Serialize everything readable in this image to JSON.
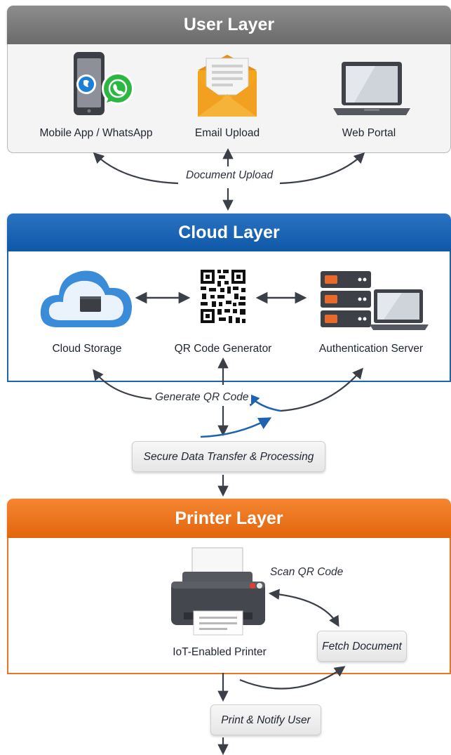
{
  "user_layer": {
    "title": "User Layer",
    "items": [
      "Mobile App / WhatsApp",
      "Email Upload",
      "Web Portal"
    ],
    "flow_label": "Document Upload"
  },
  "cloud_layer": {
    "title": "Cloud Layer",
    "items": [
      "Cloud Storage",
      "QR Code Generator",
      "Authentication Server"
    ],
    "flow_label": "Generate QR Code"
  },
  "transfer_step": "Secure Data Transfer & Processing",
  "printer_layer": {
    "title": "Printer Layer",
    "printer_label": "IoT-Enabled Printer",
    "scan_label": "Scan QR Code",
    "fetch_label": "Fetch Document"
  },
  "final_step": "Print & Notify User",
  "colors": {
    "user_header": "#7a7a7a",
    "cloud_header": "#1a63b4",
    "printer_header": "#ec7021",
    "arrow": "#3a3f48",
    "accent_arrow": "#1f63b0"
  },
  "icons": [
    "phone-whatsapp-icon",
    "envelope-icon",
    "laptop-icon",
    "cloud-icon",
    "qr-code-icon",
    "server-icon",
    "printer-icon"
  ]
}
